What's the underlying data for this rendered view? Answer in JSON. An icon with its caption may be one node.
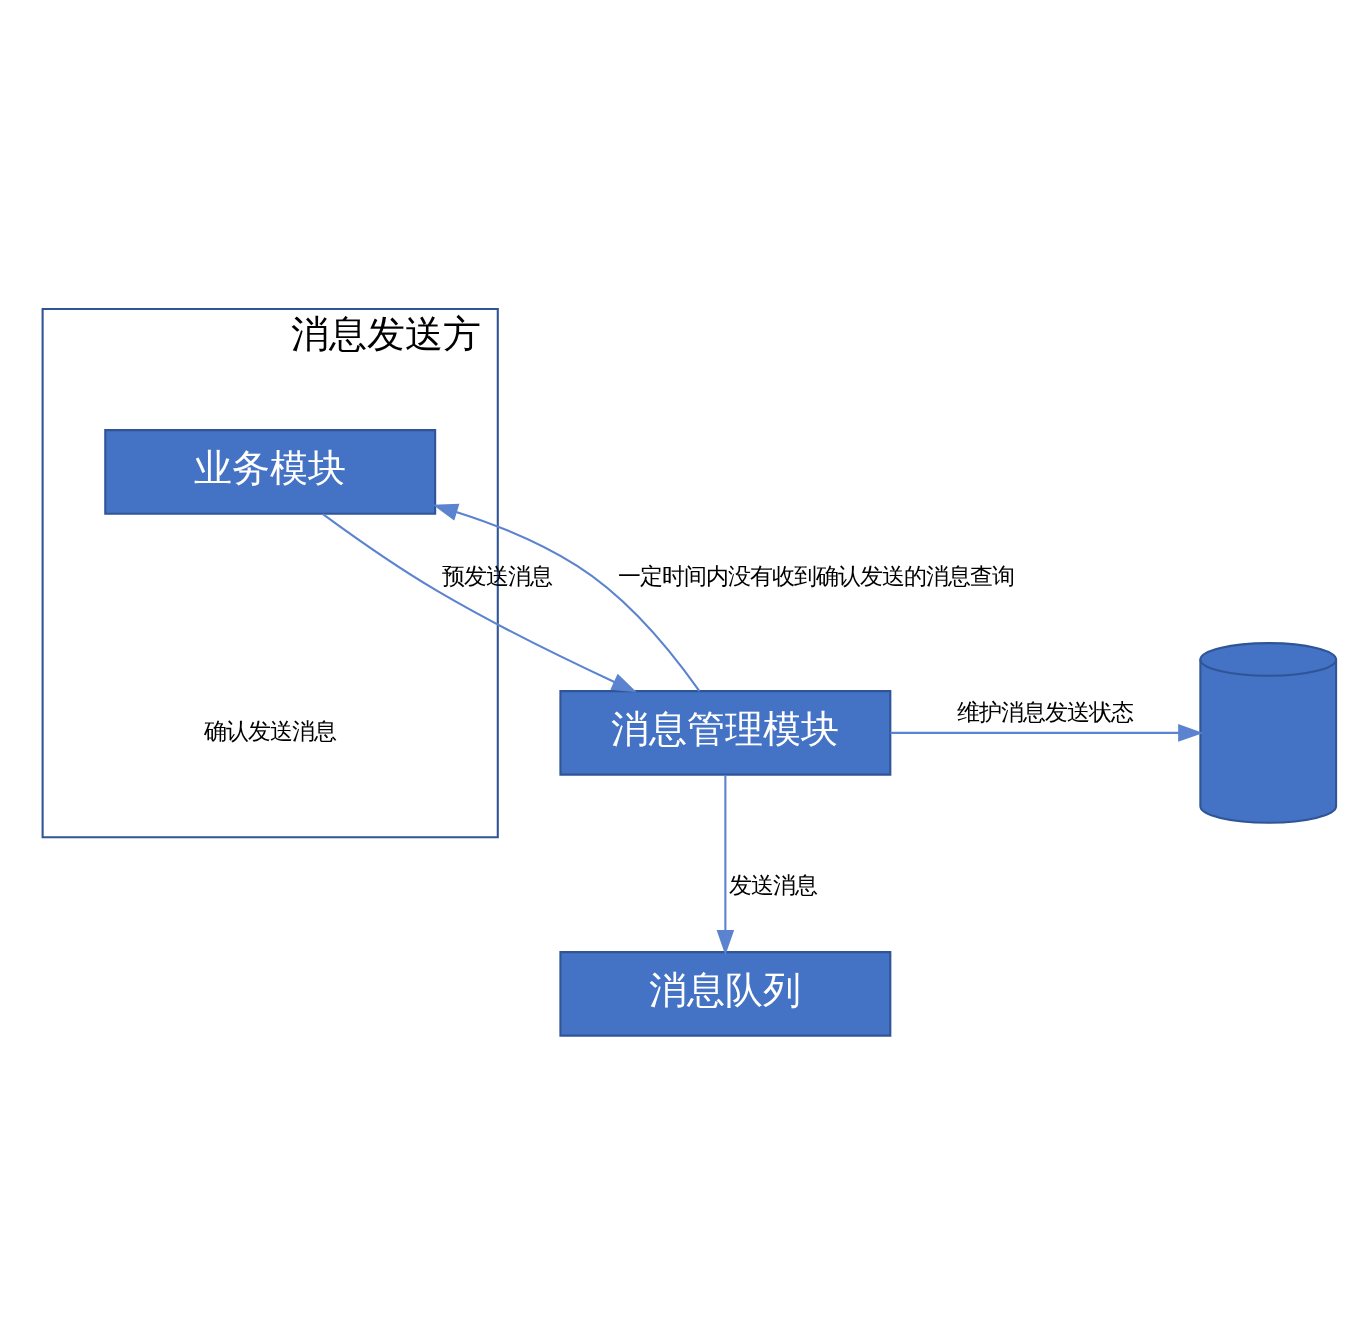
{
  "diagram": {
    "nodes": [
      {
        "text": [
          "消息发送方"
        ]
      },
      {
        "text": [
          "业务模块"
        ],
        "in": 0
      },
      {
        "text": [
          "消息管理模块"
        ]
      },
      {
        "text": [],
        "shape": "cylinder"
      },
      {
        "text": [
          "消息队列"
        ]
      }
    ],
    "edges": [
      {
        "from": 1,
        "to": 2,
        "arrow": "to",
        "label": "预发送消息"
      },
      {
        "from": 2,
        "to": 1,
        "arrow": "to",
        "label": "一定时间内没有收到确认发送的消息查询"
      },
      {
        "from": 2,
        "to": 3,
        "arrow": "to",
        "label": "维护消息发送状态"
      },
      {
        "from": 2,
        "to": 4,
        "arrow": "to",
        "label": "发送消息"
      }
    ],
    "labels": [
      "确认发送消息"
    ]
  }
}
